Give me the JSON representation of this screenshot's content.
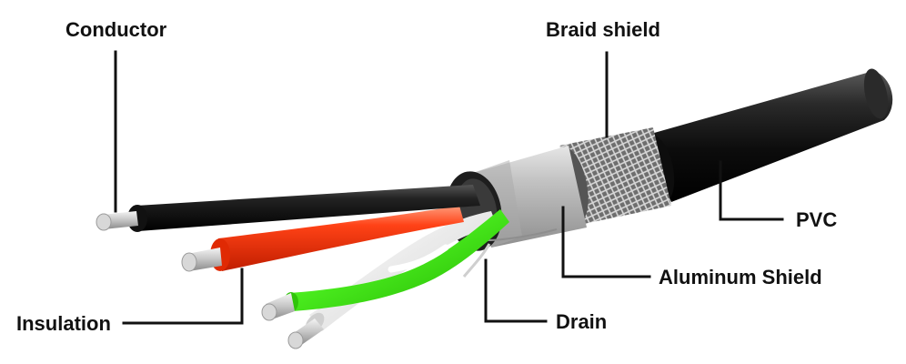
{
  "labels": {
    "conductor": "Conductor",
    "braid_shield": "Braid shield",
    "pvc": "PVC",
    "aluminum_shield": "Aluminum Shield",
    "insulation": "Insulation",
    "drain": "Drain"
  },
  "colors": {
    "pvc_jacket": "#151515",
    "braid": "#8a8a8a",
    "aluminum_shield": "#bdbdbd",
    "wire_black": "#1a1a1a",
    "wire_red": "#f53a12",
    "wire_green": "#44e61c",
    "wire_white": "#e9e9e9",
    "conductor_metal": "#c9c9c9",
    "text": "#111111"
  }
}
